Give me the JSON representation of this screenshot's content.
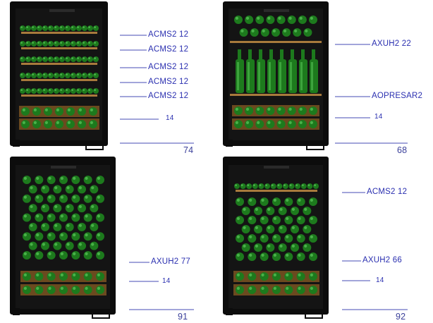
{
  "colors": {
    "cabinet": "#0c0c0c",
    "cabinet_inner": "#141414",
    "bottle": "#1d7a1d",
    "bottle_highlight": "#67d667",
    "wood_shelf": "#a87a3c",
    "drawer_bg": "#6b4a1f",
    "line": "#6a6fc4",
    "label": "#2a2fb0"
  },
  "cabinets": [
    {
      "id": "top-left",
      "configuration": [
        "ACMS2-12",
        "ACMS2-12",
        "ACMS2-12",
        "ACMS2-12",
        "ACMS2-12",
        "drawer",
        "drawer"
      ],
      "labels": [
        {
          "text": "ACMS2  12"
        },
        {
          "text": "ACMS2  12"
        },
        {
          "text": "ACMS2  12"
        },
        {
          "text": "ACMS2  12"
        },
        {
          "text": "ACMS2  12"
        },
        {
          "text": "14"
        }
      ],
      "total": "74"
    },
    {
      "id": "top-right",
      "configuration": [
        "AXUH2-22",
        "standing-bottles",
        "drawer",
        "drawer"
      ],
      "labels": [
        {
          "text": "AXUH2  22"
        },
        {
          "text": "AOPRESAR2"
        },
        {
          "text": "14"
        }
      ],
      "total": "68"
    },
    {
      "id": "bottom-left",
      "configuration": [
        "AXUH2-77",
        "drawer",
        "drawer"
      ],
      "labels": [
        {
          "text": "AXUH2  77"
        },
        {
          "text": "14"
        }
      ],
      "total": "91"
    },
    {
      "id": "bottom-right",
      "configuration": [
        "ACMS2-12",
        "AXUH2-66",
        "drawer",
        "drawer"
      ],
      "labels": [
        {
          "text": "ACMS2  12"
        },
        {
          "text": "AXUH2  66"
        },
        {
          "text": "14"
        }
      ],
      "total": "92"
    }
  ]
}
